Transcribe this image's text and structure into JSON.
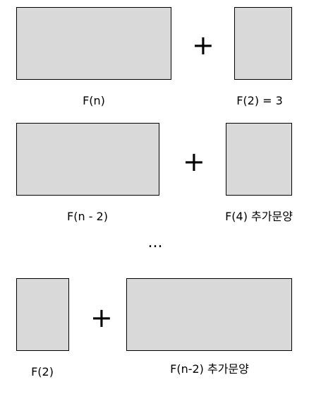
{
  "rows": [
    {
      "left_label": "F(n)",
      "operator": "+",
      "right_label": "F(2) = 3"
    },
    {
      "left_label": "F(n - 2)",
      "operator": "+",
      "right_label": "F(4) 추가문양"
    },
    {
      "left_label": "F(2)",
      "operator": "+",
      "right_label": "F(n-2) 추가문양"
    }
  ],
  "ellipsis": "...",
  "colors": {
    "box_fill": "#d9d9d9",
    "box_border": "#000000"
  }
}
